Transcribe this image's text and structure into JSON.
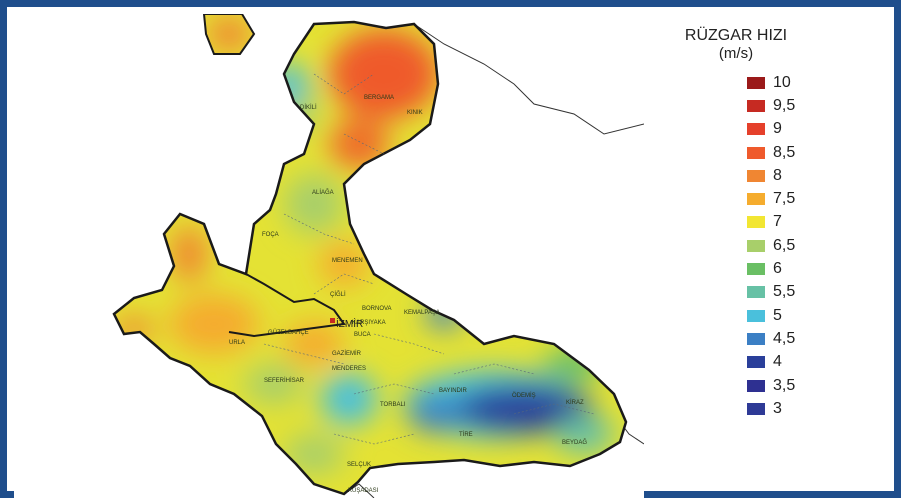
{
  "legend": {
    "title": "RÜZGAR HIZI",
    "unit": "(m/s)",
    "items": [
      {
        "label": "10",
        "color": "#9b1a1a"
      },
      {
        "label": "9,5",
        "color": "#c62a22"
      },
      {
        "label": "9",
        "color": "#e5402b"
      },
      {
        "label": "8,5",
        "color": "#ef5a2c"
      },
      {
        "label": "8",
        "color": "#f08632"
      },
      {
        "label": "7,5",
        "color": "#f5ac2e"
      },
      {
        "label": "7",
        "color": "#f2e632"
      },
      {
        "label": "6,5",
        "color": "#a8cf6a"
      },
      {
        "label": "6",
        "color": "#6abf64"
      },
      {
        "label": "5,5",
        "color": "#67c1a5"
      },
      {
        "label": "5",
        "color": "#4ac0dc"
      },
      {
        "label": "4,5",
        "color": "#3b7fc4"
      },
      {
        "label": "4",
        "color": "#2a3f9a"
      },
      {
        "label": "3,5",
        "color": "#2e3091"
      },
      {
        "label": "3",
        "color": "#2e3a96"
      }
    ]
  },
  "map": {
    "city_label": "İZMİR",
    "places": [
      "DİKİLİ",
      "BERGAMA",
      "KINIK",
      "ALİAĞA",
      "FOÇA",
      "MENEMEN",
      "ÇİĞLİ",
      "BORNOVA",
      "KEMALPAŞA",
      "KARŞIYAKA",
      "BUCA",
      "URLA",
      "GÜZELBAHÇE",
      "GAZİEMİR",
      "MENDERES",
      "SEFERİHİSAR",
      "TORBALI",
      "BAYINDIR",
      "ÖDEMİŞ",
      "KİRAZ",
      "TİRE",
      "BEYDAĞ",
      "SELÇUK",
      "KUŞADASI"
    ]
  }
}
